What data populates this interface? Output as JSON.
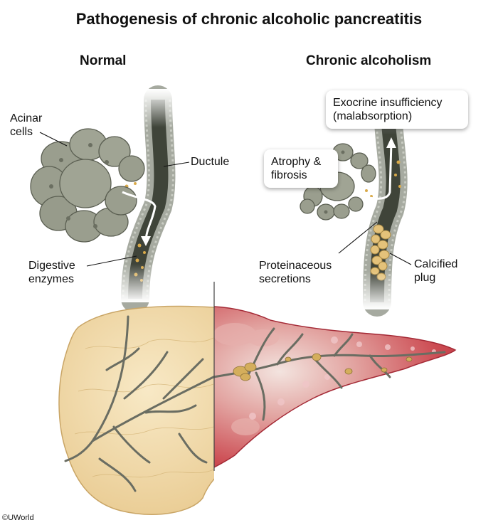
{
  "title": "Pathogenesis of chronic alcoholic pancreatitis",
  "panels": {
    "normal": {
      "heading": "Normal",
      "labels": {
        "acinar_1": "Acinar",
        "acinar_2": "cells",
        "ductule": "Ductule",
        "digestive_1": "Digestive",
        "digestive_2": "enzymes"
      }
    },
    "chronic": {
      "heading": "Chronic alcoholism",
      "labels": {
        "exocrine_1": "Exocrine insufficiency",
        "exocrine_2": "(malabsorption)",
        "atrophy_1": "Atrophy &",
        "atrophy_2": "fibrosis",
        "protein_1": "Proteinaceous",
        "protein_2": "secretions",
        "plug_1": "Calcified",
        "plug_2": "plug"
      }
    }
  },
  "copyright": "©UWorld",
  "colors": {
    "acinar": "#9a9e8e",
    "acinar_stroke": "#5b5f52",
    "duct_wall": "#9fa39a",
    "duct_lumen": "#3e4339",
    "enzyme": "#d9aa4a",
    "normal_pancreas": "#f1d8a3",
    "inflamed_pancreas": "#c9414a",
    "calcified_plug": "#e4c27a",
    "vessel": "#6a6d62"
  }
}
